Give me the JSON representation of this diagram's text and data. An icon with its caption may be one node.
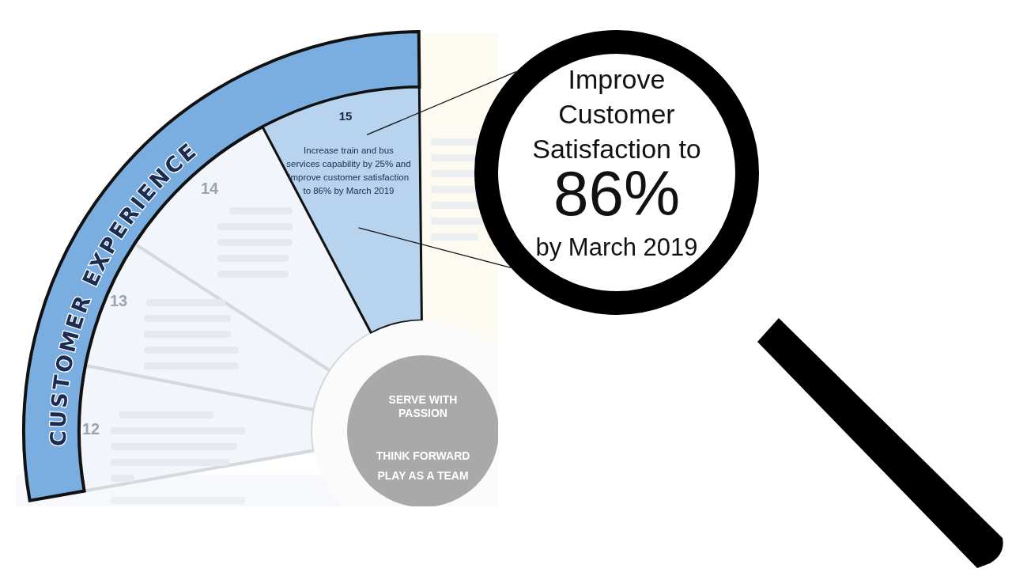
{
  "diagram": {
    "nodes": [
      {
        "text": [
          "CUSTOMER EXPERIENCE"
        ]
      },
      {
        "text": [
          "15",
          "Increase train and bus services capability by 25% and improve customer satisfaction to 86% by March 2019"
        ]
      },
      {
        "text": [
          "14"
        ]
      },
      {
        "text": [
          "13"
        ]
      },
      {
        "text": [
          "12"
        ]
      },
      {
        "text": [
          "SERVE WITH PASSION",
          "THINK FORWARD",
          "PLAY AS A TEAM"
        ]
      },
      {
        "text": [
          "Improve Customer Satisfaction to",
          "86%",
          "by March 2019"
        ]
      },
      {
        "text": [],
        "shape": "bar"
      }
    ],
    "edges": [
      {
        "from": 1,
        "to": 6,
        "arrow": "none"
      },
      {
        "from": 1,
        "to": 6,
        "arrow": "none"
      }
    ]
  }
}
